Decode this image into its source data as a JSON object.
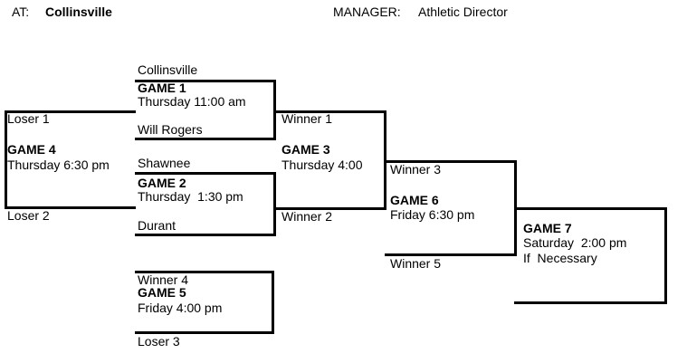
{
  "header": {
    "at_label": "AT:",
    "location": "Collinsville",
    "manager_label": "MANAGER:",
    "manager": "Athletic Director"
  },
  "games": {
    "g1": {
      "name": "GAME 1",
      "time": "Thursday 11:00 am",
      "top_team": "Collinsville",
      "bottom_team": "Will Rogers"
    },
    "g2": {
      "name": "GAME 2",
      "time": "Thursday  1:30 pm",
      "top_team": "Shawnee",
      "bottom_team": "Durant"
    },
    "g3": {
      "name": "GAME 3",
      "time": "Thursday 4:00",
      "top_slot": "Winner 1",
      "bottom_slot": "Winner 2"
    },
    "g4": {
      "name": "GAME 4",
      "time": "Thursday 6:30 pm",
      "top_slot": "Loser 1",
      "bottom_slot": "Loser 2"
    },
    "g5": {
      "name": "GAME 5",
      "time": "Friday 4:00 pm",
      "top_slot": "Winner 4",
      "bottom_slot": "Loser 3"
    },
    "g6": {
      "name": "GAME 6",
      "time": "Friday 6:30 pm",
      "top_slot": "Winner 3",
      "bottom_slot": "Winner 5"
    },
    "g7": {
      "name": "GAME 7",
      "time": "Saturday  2:00 pm",
      "note": "If  Necessary"
    }
  },
  "colors": {
    "ink": "#000000",
    "background": "#ffffff"
  }
}
